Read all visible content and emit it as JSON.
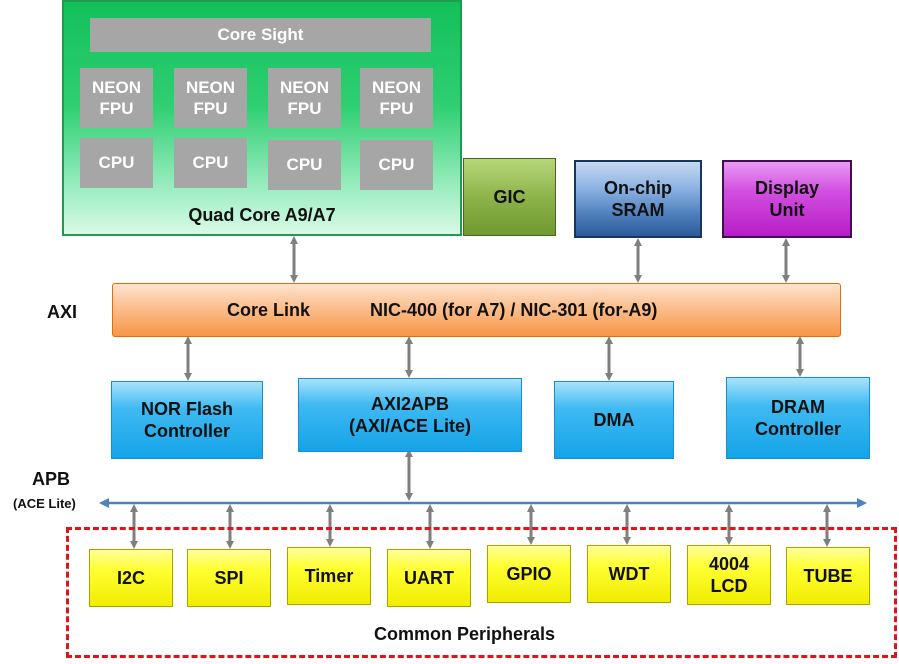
{
  "cluster": {
    "coresight": "Core Sight",
    "neon": [
      "NEON\nFPU",
      "NEON\nFPU",
      "NEON\nFPU",
      "NEON\nFPU"
    ],
    "cpus": [
      "CPU",
      "CPU",
      "CPU",
      "CPU"
    ],
    "label": "Quad Core A9/A7"
  },
  "top_blocks": {
    "gic": "GIC",
    "sram": "On-chip\nSRAM",
    "display": "Display\nUnit"
  },
  "bus": {
    "axi_label": "AXI",
    "corelink_name": "Core Link",
    "corelink_desc": "NIC-400 (for A7) / NIC-301 (for-A9)",
    "apb_label": "APB",
    "apb_sub": "(ACE Lite)"
  },
  "mid_blocks": {
    "nor": "NOR Flash\nController",
    "axi2apb": "AXI2APB\n(AXI/ACE Lite)",
    "dma": "DMA",
    "dram": "DRAM\nController"
  },
  "peripherals": {
    "items": [
      "I2C",
      "SPI",
      "Timer",
      "UART",
      "GPIO",
      "WDT",
      "4004\nLCD",
      "TUBE"
    ],
    "label": "Common Peripherals"
  },
  "colors": {
    "arrow": "#7f7f7f",
    "apb_bus": "#4f81bd",
    "dashed_border": "#e0151a"
  }
}
